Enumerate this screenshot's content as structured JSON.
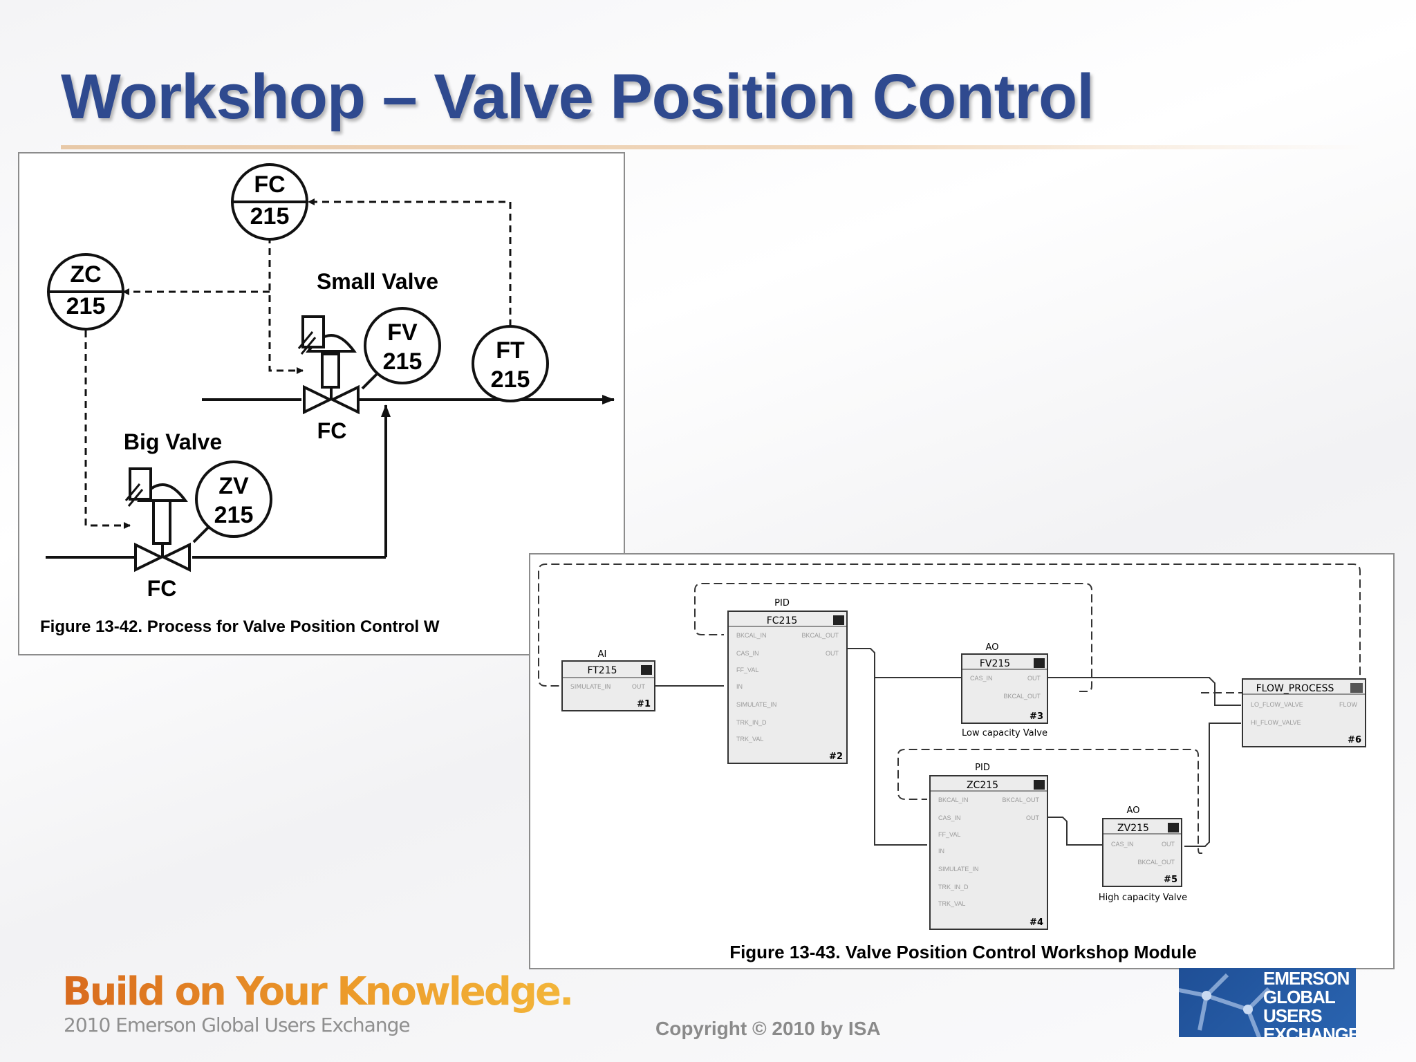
{
  "slide": {
    "title": "Workshop – Valve Position Control",
    "copyright": "Copyright © 2010 by ISA"
  },
  "figure1": {
    "caption": "Figure 13-42. Process for Valve Position Control W",
    "instruments": {
      "fc": {
        "tag": "FC",
        "num": "215"
      },
      "zc": {
        "tag": "ZC",
        "num": "215"
      },
      "fv": {
        "tag": "FV",
        "num": "215"
      },
      "ft": {
        "tag": "FT",
        "num": "215"
      },
      "zv": {
        "tag": "ZV",
        "num": "215"
      }
    },
    "labels": {
      "small_valve": "Small Valve",
      "big_valve": "Big Valve",
      "small_valve_fail": "FC",
      "big_valve_fail": "FC"
    }
  },
  "figure2": {
    "caption": "Figure 13-43. Valve Position Control Workshop Module",
    "blocks": {
      "ai": {
        "type": "AI",
        "name": "FT215",
        "num": "#1",
        "in": [
          "SIMULATE_IN"
        ],
        "out": [
          "OUT"
        ]
      },
      "pid_fc": {
        "type": "PID",
        "name": "FC215",
        "num": "#2",
        "in": [
          "BKCAL_IN",
          "CAS_IN",
          "FF_VAL",
          "IN",
          "SIMULATE_IN",
          "TRK_IN_D",
          "TRK_VAL"
        ],
        "out": [
          "BKCAL_OUT",
          "OUT"
        ]
      },
      "ao_fv": {
        "type": "AO",
        "name": "FV215",
        "num": "#3",
        "in": [
          "CAS_IN"
        ],
        "out": [
          "OUT",
          "BKCAL_OUT"
        ],
        "caption": "Low capacity Valve"
      },
      "pid_zc": {
        "type": "PID",
        "name": "ZC215",
        "num": "#4",
        "in": [
          "BKCAL_IN",
          "CAS_IN",
          "FF_VAL",
          "IN",
          "SIMULATE_IN",
          "TRK_IN_D",
          "TRK_VAL"
        ],
        "out": [
          "BKCAL_OUT",
          "OUT"
        ]
      },
      "ao_zv": {
        "type": "AO",
        "name": "ZV215",
        "num": "#5",
        "in": [
          "CAS_IN"
        ],
        "out": [
          "OUT",
          "BKCAL_OUT"
        ],
        "caption": "High capacity Valve"
      },
      "flow": {
        "type": "",
        "name": "FLOW_PROCESS",
        "num": "#6",
        "in": [
          "LO_FLOW_VALVE",
          "HI_FLOW_VALVE"
        ],
        "out": [
          "FLOW"
        ]
      }
    }
  },
  "branding": {
    "tagline": "Build on Your Knowledge.",
    "event": "2010 Emerson Global Users Exchange",
    "logo_lines": [
      "EMERSON",
      "GLOBAL",
      "USERS",
      "EXCHANGE"
    ]
  },
  "colors": {
    "title": "#2f4a8f",
    "logo_bg": "#1f4f96",
    "tagline_start": "#d86a1e",
    "tagline_end": "#f3b63a"
  }
}
